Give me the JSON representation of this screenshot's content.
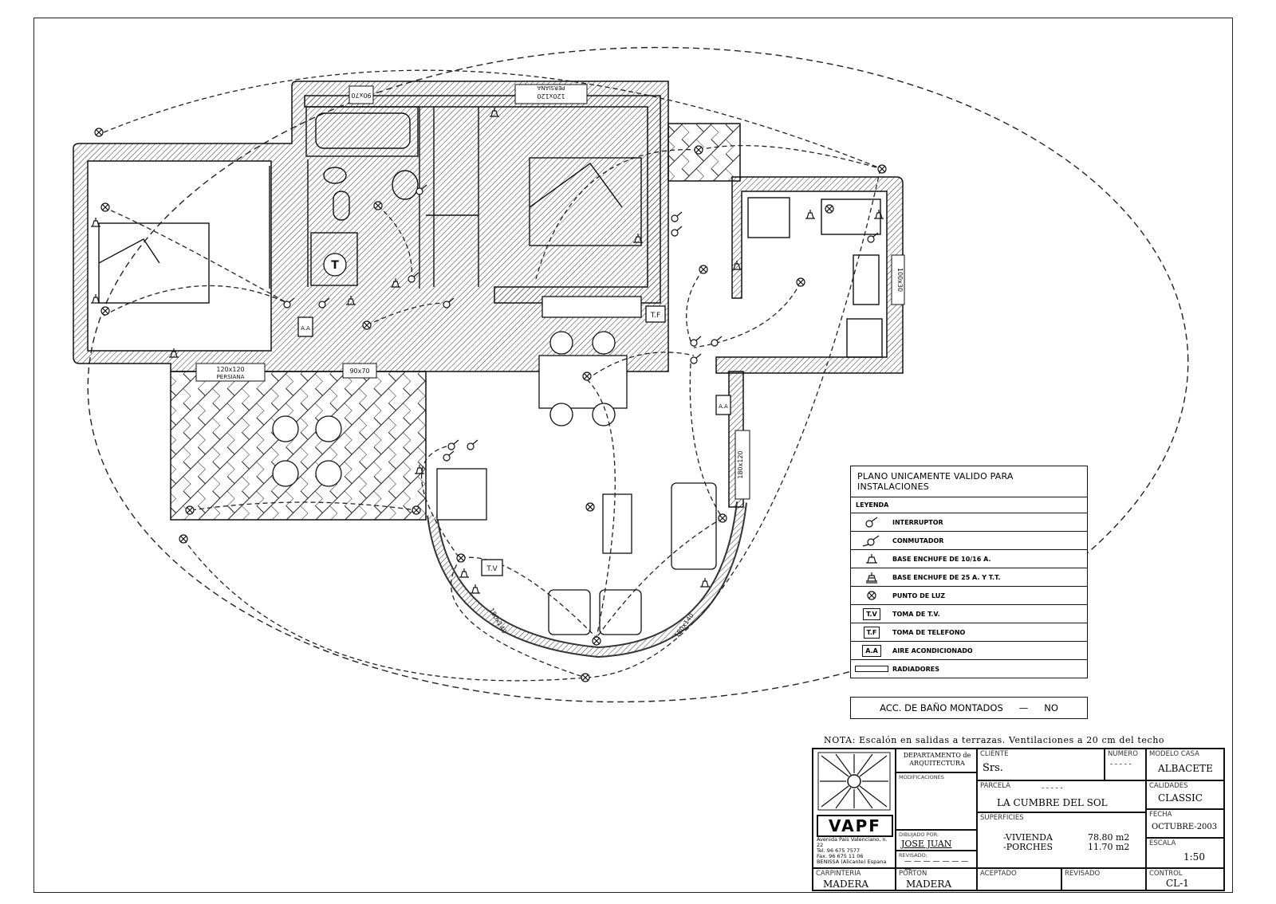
{
  "drawing": {
    "openings": {
      "top_small": "90x70",
      "top_big": "120x120",
      "top_big_sub": "PERSIANA",
      "left_win": "120x120",
      "left_win_sub": "PERSIANA",
      "mid_win": "90x70",
      "kitchen_win": "100x30",
      "right_win": "180x120",
      "curve_left": "180x140",
      "curve_right": "180x140"
    },
    "tags": {
      "tv": "T.V",
      "tf": "T.F",
      "aa": "A.A",
      "boiler": "T"
    }
  },
  "legend": {
    "title": "PLANO UNICAMENTE VALIDO PARA INSTALACIONES",
    "subtitle": "LEYENDA",
    "items": [
      {
        "icon": "switch-icon",
        "label": "INTERRUPTOR"
      },
      {
        "icon": "commutator-icon",
        "label": "CONMUTADOR"
      },
      {
        "icon": "socket-icon",
        "label": "BASE ENCHUFE DE 10/16 A."
      },
      {
        "icon": "socket-25-icon",
        "label": "BASE ENCHUFE DE 25 A. Y T.T."
      },
      {
        "icon": "light-point-icon",
        "label": "PUNTO DE LUZ"
      },
      {
        "icon": "tv-outlet-icon",
        "label": "TOMA DE T.V.",
        "tag": "T.V"
      },
      {
        "icon": "phone-outlet-icon",
        "label": "TOMA DE TELEFONO",
        "tag": "T.F"
      },
      {
        "icon": "ac-icon",
        "label": "AIRE ACONDICIONADO",
        "tag": "A.A"
      },
      {
        "icon": "radiator-icon",
        "label": "RADIADORES"
      }
    ]
  },
  "bath_accessories": {
    "label": "ACC. DE BAÑO MONTADOS",
    "dash": "—",
    "value": "NO"
  },
  "note": "NOTA: Escalón en salidas a terrazas. Ventilaciones a 20 cm del techo",
  "title_block": {
    "logo": "VAPF",
    "address": [
      "Avenida Pais Valenciano, n. 22",
      "Tel. 96 675 7577",
      "Fax. 96 675 11 06",
      "BENISSA (Alicante) Espana"
    ],
    "department": "DEPARTAMENTO de ARQUITECTURA",
    "modificaciones_label": "MODIFICACIONES",
    "designed_by_label": "DIBUJADO POR:",
    "designed_by": "JOSE JUAN",
    "revisor_label": "REVISADO:",
    "revisor": "— — — — — — — —",
    "cliente_label": "CLIENTE",
    "cliente": "Srs.",
    "numero_label": "NUMERO",
    "numero": "- - - - -",
    "modelo_label": "MODELO CASA",
    "modelo": "ALBACETE",
    "parcela_label": "PARCELA",
    "parcela_dash": "- - - - -",
    "parcela": "LA CUMBRE DEL SOL",
    "calidades_label": "CALIDADES",
    "calidades": "CLASSIC",
    "superficies_label": "SUPERFICIES",
    "vivienda_label": "-VIVIENDA",
    "vivienda": "78.80 m2",
    "porches_label": "-PORCHES",
    "porches": "11.70 m2",
    "fecha_label": "FECHA",
    "fecha": "OCTUBRE-2003",
    "escala_label": "ESCALA",
    "escala": "1:50",
    "carpinteria_label": "CARPINTERIA",
    "carpinteria": "MADERA",
    "porton_label": "PORTON",
    "porton": "MADERA",
    "aceptado_label": "ACEPTADO",
    "revisado_label": "REVISADO",
    "control_label": "CONTROL",
    "control": "CL-1"
  }
}
